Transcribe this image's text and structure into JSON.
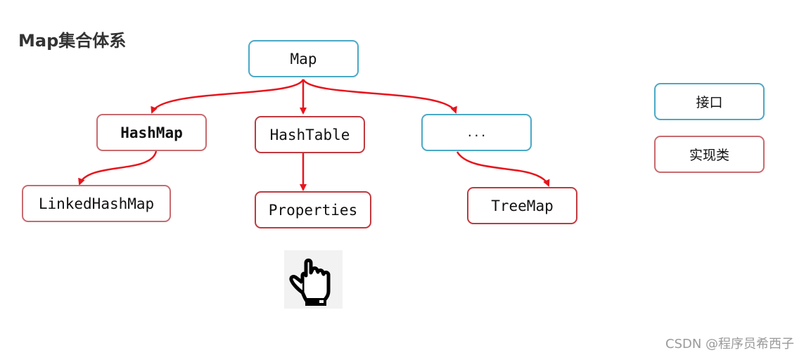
{
  "title": "Map集合体系",
  "nodes": {
    "map": "Map",
    "hashmap": "HashMap",
    "hashtable": "HashTable",
    "ellipsis": "...",
    "linkedhashmap": "LinkedHashMap",
    "properties": "Properties",
    "treemap": "TreeMap"
  },
  "legend": {
    "interface": "接口",
    "implementation": "实现类"
  },
  "colors": {
    "interface_border": "#4aa8c6",
    "implementation_border": "#c0393f",
    "arrow": "#e8141c"
  },
  "cursor_icon": "pointing-hand-icon",
  "watermark": "CSDN @程序员希西子"
}
